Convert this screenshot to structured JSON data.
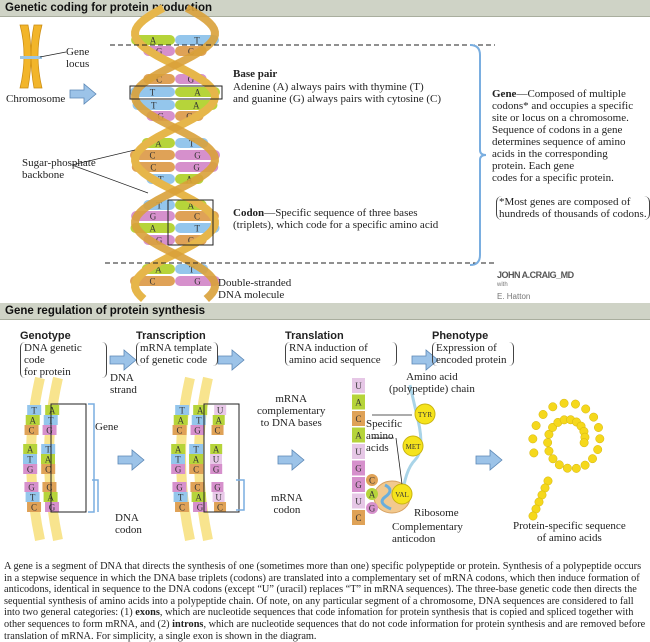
{
  "section1": {
    "title": "Genetic coding for protein production",
    "chromosome": "Chromosome",
    "gene_locus": "Gene\nlocus",
    "backbone": "Sugar-phosphate\nbackbone",
    "base_pair_title": "Base pair",
    "base_pair_line1": "Adenine (A) always pairs with thymine (T)",
    "base_pair_line2": "and guanine (G) always pairs with cytosine (C)",
    "codon_title": "Codon",
    "codon_text": "—Specific sequence of three bases\n(triplets), which code for a specific amino acid",
    "dna_molecule": "Double-stranded\nDNA molecule",
    "gene_title": "Gene",
    "gene_text": "—Composed of multiple\ncodons* and occupies a specific\nsite or locus on a chromosome.\nSequence of codons in a gene\ndetermines sequence of amino\nacids in the corresponding\nprotein. Each gene\ncodes for a specific protein.",
    "footnote": "*Most genes are composed of\nhundreds of thousands of codons.",
    "helix_pairs": [
      [
        "A",
        "T"
      ],
      [
        "G",
        "C"
      ],
      [
        "C",
        "G"
      ],
      [
        "T",
        "A"
      ],
      [
        "T",
        "A"
      ],
      [
        "G",
        "C"
      ],
      [
        "A",
        "T"
      ],
      [
        "C",
        "G"
      ],
      [
        "C",
        "G"
      ],
      [
        "T",
        "A"
      ],
      [
        "T",
        "A"
      ],
      [
        "G",
        "C"
      ],
      [
        "A",
        "T"
      ],
      [
        "G",
        "C"
      ],
      [
        "A",
        "T"
      ],
      [
        "C",
        "G"
      ]
    ],
    "artist": "JOHN A.CRAIG_MD",
    "with": "with",
    "coartist": "E. Hatton"
  },
  "section2": {
    "title": "Gene regulation of protein synthesis",
    "stages": [
      {
        "title": "Genotype",
        "desc": "DNA genetic code\nfor protein"
      },
      {
        "title": "Transcription",
        "desc": "mRNA template\nof genetic code"
      },
      {
        "title": "Translation",
        "desc": "RNA induction of\namino acid sequence"
      },
      {
        "title": "Phenotype",
        "desc": "Expression of\nencoded protein"
      }
    ],
    "dna_strand": "DNA\nstrand",
    "gene": "Gene",
    "dna_codon": "DNA\ncodon",
    "mrna_comp": "mRNA\ncomplementary\nto DNA bases",
    "mrna_codon": "mRNA\ncodon",
    "amino_chain": "Amino acid\n(polypeptide) chain",
    "specific_amino": "Specific\namino\nacids",
    "ribosome": "Ribosome",
    "anticodon": "Complementary\nanticodon",
    "protein_label": "Protein-specific sequence\nof amino acids",
    "dna_pairs": [
      [
        "T",
        "A"
      ],
      [
        "A",
        "T"
      ],
      [
        "C",
        "G"
      ],
      [
        "A",
        "T"
      ],
      [
        "T",
        "A"
      ],
      [
        "G",
        "C"
      ],
      [
        "G",
        "C"
      ],
      [
        "T",
        "A"
      ],
      [
        "C",
        "G"
      ]
    ],
    "mrna": [
      "U",
      "A",
      "C",
      "A",
      "U",
      "G",
      "G",
      "U",
      "C"
    ],
    "anticodon_bases": [
      "C",
      "A",
      "G"
    ],
    "amino_acids": [
      "TYR",
      "MET",
      "VAL"
    ]
  },
  "caption": {
    "text": "A gene is a segment of DNA that directs the synthesis of one (sometimes more than one) specific polypeptide or protein. Synthesis of a polypeptide occurs in a stepwise sequence in which the DNA base triplets (codons) are translated into a complementary set of mRNA codons, which then induce formation of anticodons, identical in sequence to the DNA codons (except “U” (uracil) replaces “T” in mRNA sequences). The three-base genetic code then directs the sequential synthesis of amino acids into a polypeptide chain. Of note, on any particular segment of a chromosome, DNA sequences are considered to fall into two general categories: (1) ",
    "exons": "exons",
    "mid": ", which are nucleotide sequences that code infomation for protein synthesis that is copied and spliced together with other sequences to form mRNA, and (2) ",
    "introns": "introns",
    "end": ", which are nucleotide sequences that do not code information for protein synthesis and are removed before translation of mRNA. For simplicity, a single exon is shown in the diagram."
  },
  "colors": {
    "A": "#b6d43a",
    "T": "#94c6ec",
    "G": "#d690cc",
    "C": "#dfa257",
    "gold": "#e6b64a",
    "arrow": "#9cc3e8"
  }
}
